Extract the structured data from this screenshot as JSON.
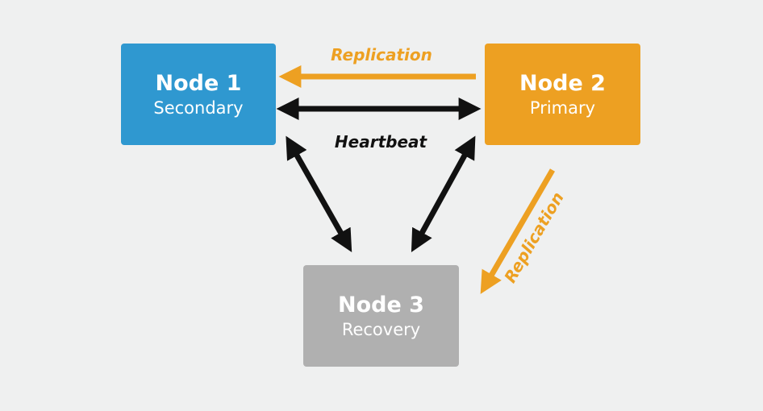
{
  "nodes": [
    {
      "title": "Node 1",
      "role": "Secondary",
      "color": "#2f98d0"
    },
    {
      "title": "Node 2",
      "role": "Primary",
      "color": "#eda022"
    },
    {
      "title": "Node 3",
      "role": "Recovery",
      "color": "#b0b0b0"
    }
  ],
  "edges": [
    {
      "from": "Node 2",
      "to": "Node 1",
      "label": "Replication",
      "color": "#eda022",
      "direction": "one-way"
    },
    {
      "from": "Node 1",
      "to": "Node 2",
      "label": "Heartbeat",
      "color": "#111111",
      "direction": "two-way"
    },
    {
      "from": "Node 1",
      "to": "Node 3",
      "label": "",
      "color": "#111111",
      "direction": "two-way"
    },
    {
      "from": "Node 2",
      "to": "Node 3",
      "label": "",
      "color": "#111111",
      "direction": "two-way"
    },
    {
      "from": "Node 2",
      "to": "Node 3",
      "label": "Replication",
      "color": "#eda022",
      "direction": "one-way"
    }
  ]
}
